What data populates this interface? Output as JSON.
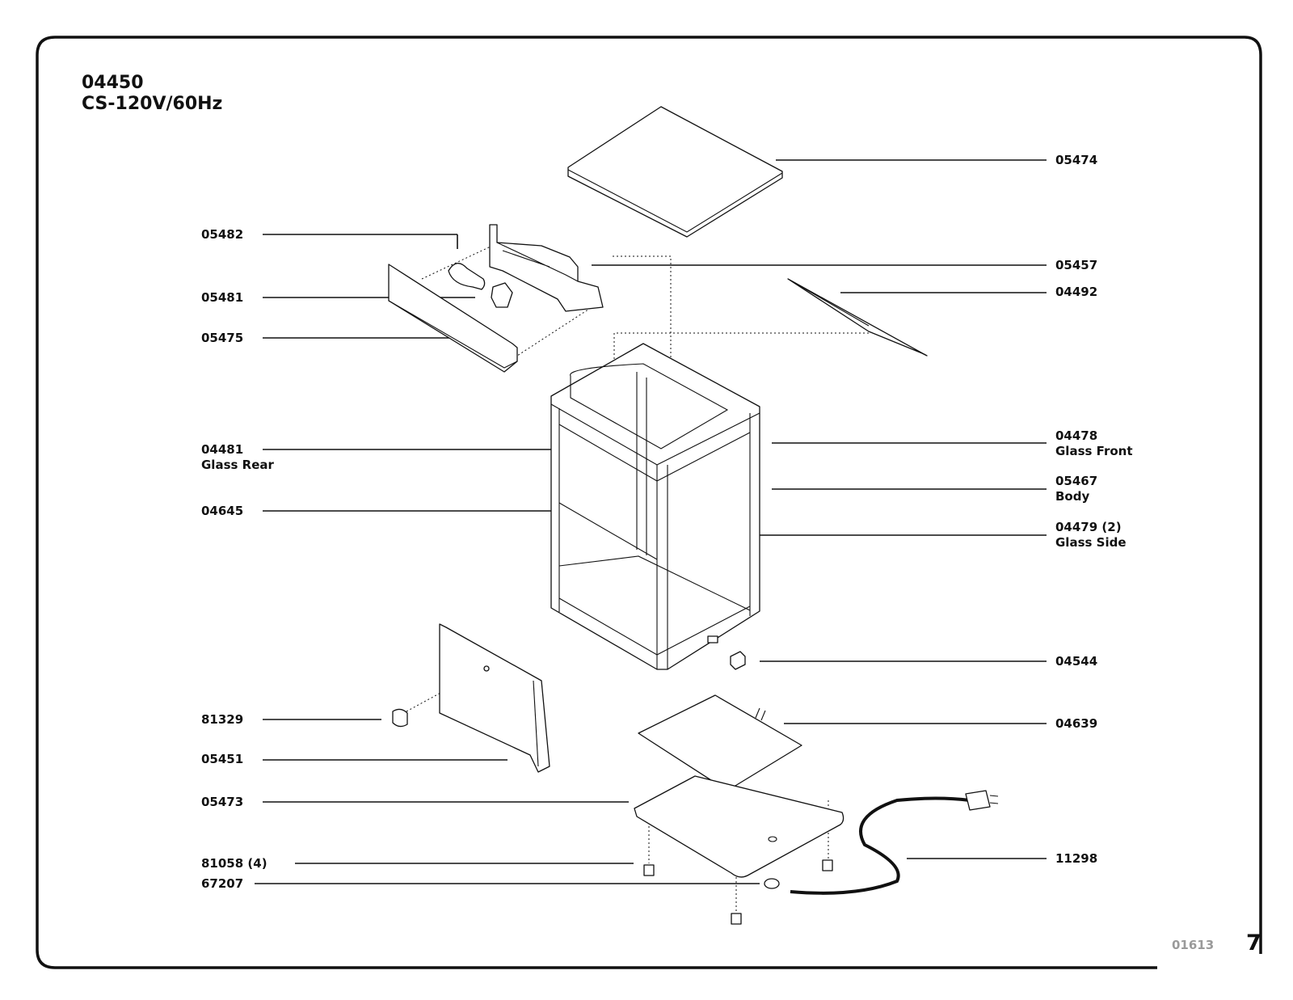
{
  "header": {
    "model": "04450",
    "spec": "CS-120V/60Hz"
  },
  "parts": [
    {
      "number": "05474",
      "desc": ""
    },
    {
      "number": "05482",
      "desc": ""
    },
    {
      "number": "05457",
      "desc": ""
    },
    {
      "number": "04492",
      "desc": ""
    },
    {
      "number": "05481",
      "desc": ""
    },
    {
      "number": "05475",
      "desc": ""
    },
    {
      "number": "04481",
      "desc": "Glass Rear"
    },
    {
      "number": "04478",
      "desc": "Glass Front"
    },
    {
      "number": "05467",
      "desc": "Body"
    },
    {
      "number": "04645",
      "desc": ""
    },
    {
      "number": "04479 (2)",
      "desc": "Glass Side"
    },
    {
      "number": "04544",
      "desc": ""
    },
    {
      "number": "81329",
      "desc": ""
    },
    {
      "number": "04639",
      "desc": ""
    },
    {
      "number": "05451",
      "desc": ""
    },
    {
      "number": "05473",
      "desc": ""
    },
    {
      "number": "11298",
      "desc": ""
    },
    {
      "number": "81058 (4)",
      "desc": ""
    },
    {
      "number": "67207",
      "desc": ""
    }
  ],
  "footer": {
    "code": "01613",
    "page": "7"
  }
}
